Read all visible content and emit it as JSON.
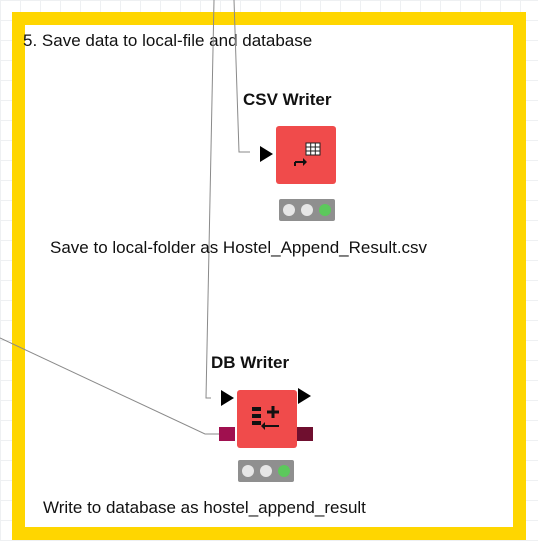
{
  "annotation": {
    "title": "5. Save data to local-file and database",
    "border_color": "#ffd600"
  },
  "nodes": {
    "csv_writer": {
      "name": "CSV Writer",
      "comment": "Save to local-folder as Hostel_Append_Result.csv",
      "icon": "table-export-icon",
      "status": "executed",
      "color": "#f04b4b"
    },
    "db_writer": {
      "name": "DB Writer",
      "comment": "Write to database as hostel_append_result",
      "icon": "database-insert-icon",
      "status": "executed",
      "color": "#f04b4b",
      "db_port_color": "#a0104f",
      "db_out_port_color": "#6f0f2f"
    }
  },
  "status_colors": {
    "inactive": "#e6e6e6",
    "ok": "#5cc85c"
  }
}
